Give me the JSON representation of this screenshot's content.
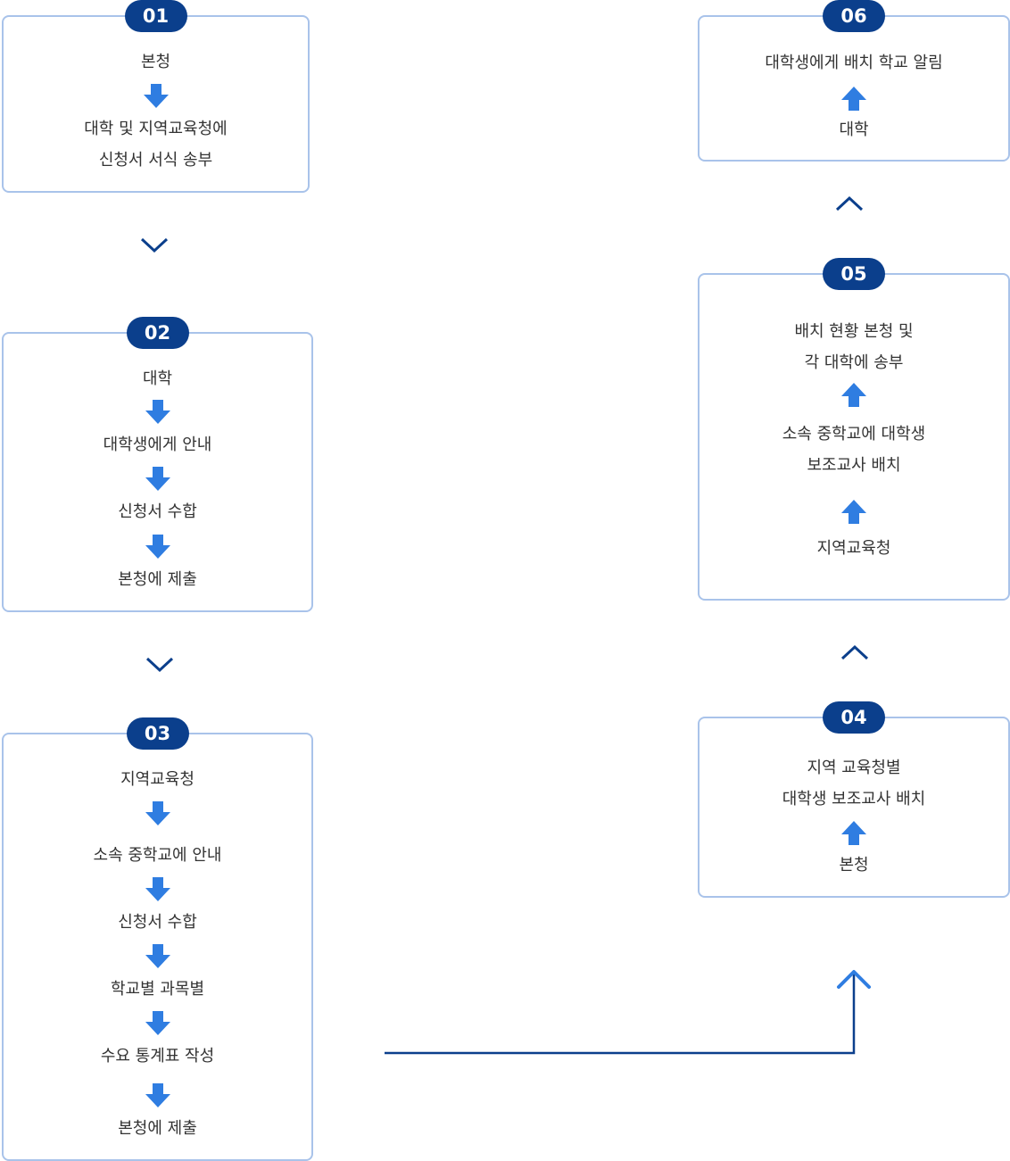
{
  "steps": [
    {
      "number": "01",
      "lines": [
        "본청",
        "대학 및 지역교육청에",
        "신청서 서식 송부"
      ]
    },
    {
      "number": "02",
      "lines": [
        "대학",
        "대학생에게 안내",
        "신청서 수합",
        "본청에 제출"
      ]
    },
    {
      "number": "03",
      "lines": [
        "지역교육청",
        "소속 중학교에 안내",
        "신청서 수합",
        "학교별 과목별",
        "수요 통계표 작성",
        "본청에 제출"
      ]
    },
    {
      "number": "04",
      "lines": [
        "지역 교육청별",
        "대학생 보조교사 배치",
        "본청"
      ]
    },
    {
      "number": "05",
      "lines": [
        "배치 현황 본청 및",
        "각 대학에 송부",
        "소속 중학교에 대학생",
        "보조교사 배치",
        "지역교육청"
      ]
    },
    {
      "number": "06",
      "lines": [
        "대학생에게 배치 학교 알림",
        "대학"
      ]
    }
  ],
  "colors": {
    "badge": "#0b3f8c",
    "border": "#a9c3ea",
    "arrow": "#2f7de1",
    "chevron": "#0b3f8c",
    "connector": "#0b3f8c"
  }
}
